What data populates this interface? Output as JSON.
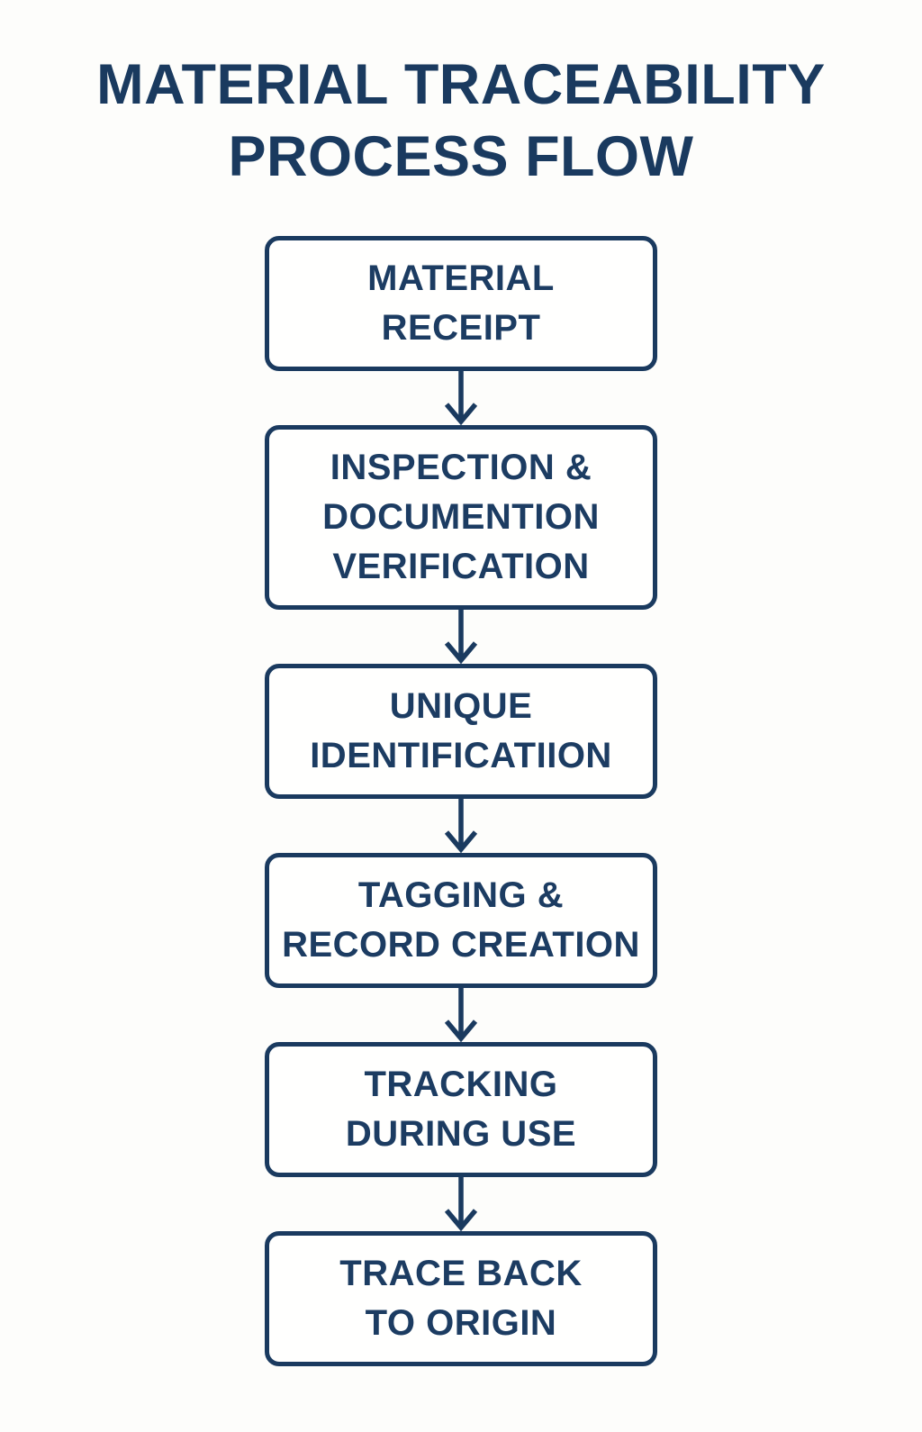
{
  "page": {
    "background_color": "#fdfdfb",
    "accent_color": "#1a3a5f"
  },
  "title": {
    "text": "MATERIAL TRACEABILITY\nPROCESS FLOW"
  },
  "flow": {
    "connector": "arrow-down",
    "steps": [
      {
        "label": "MATERIAL\nRECEIPT"
      },
      {
        "label": "INSPECTION &\nDOCUMENTION\nVERIFICATION"
      },
      {
        "label": "UNIQUE\nIDENTIFICATIION"
      },
      {
        "label": "TAGGING &\nRECORD CREATION"
      },
      {
        "label": "TRACKING\nDURING USE"
      },
      {
        "label": "TRACE BACK\nTO ORIGIN"
      }
    ]
  }
}
